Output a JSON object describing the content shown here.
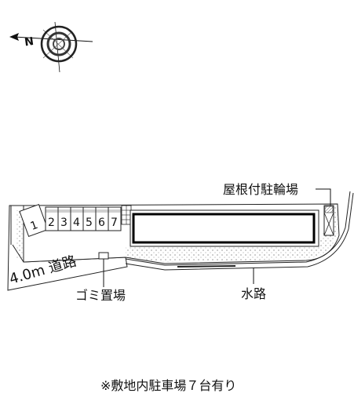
{
  "compass": {
    "north_label": "N",
    "icon": "compass-rose-icon"
  },
  "road": {
    "label": "4.0m 道路"
  },
  "parking": {
    "spaces": [
      "1",
      "2",
      "3",
      "4",
      "5",
      "6",
      "7"
    ]
  },
  "labels": {
    "bicycle_parking": "屋根付駐輪場",
    "garbage": "ゴミ置場",
    "waterway": "水路",
    "footnote": "※敷地内駐車場７台有り"
  }
}
